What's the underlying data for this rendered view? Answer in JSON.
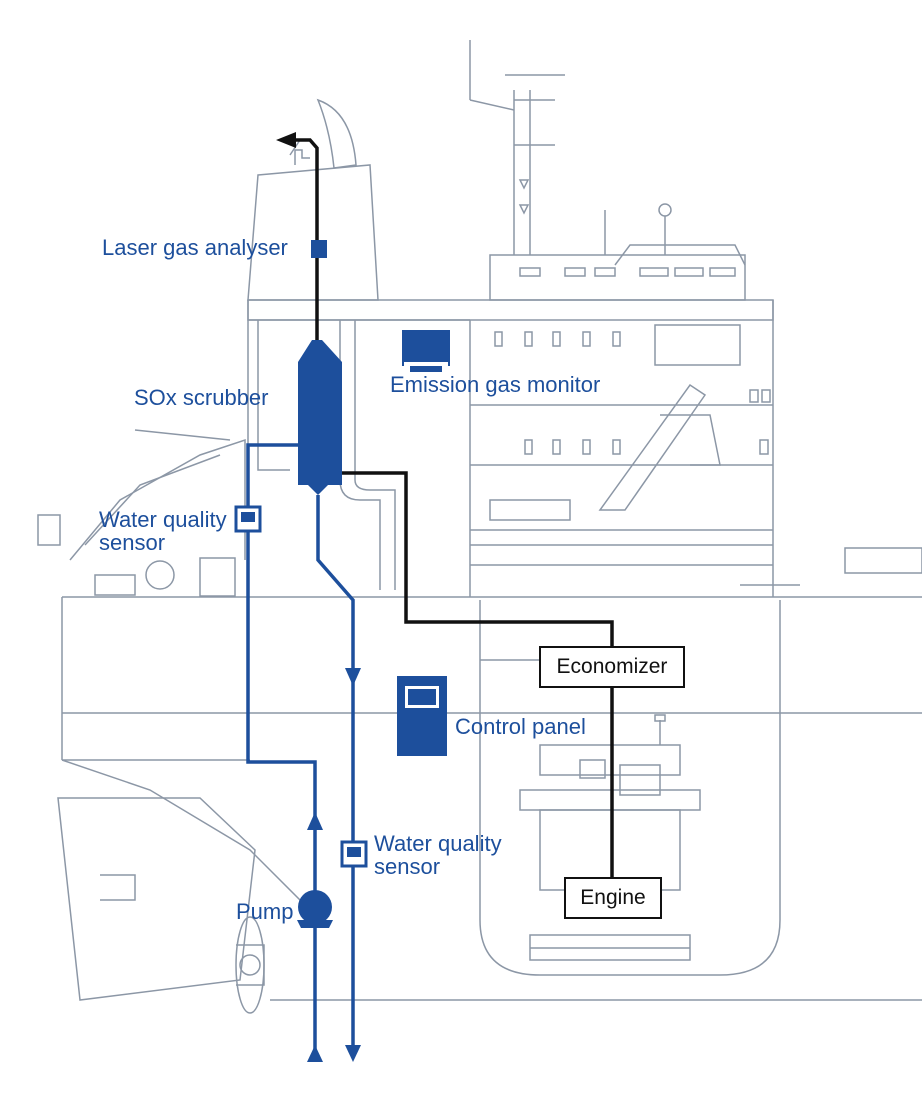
{
  "colors": {
    "accent": "#1d4f9c",
    "outline": "#8c97a6",
    "exhaust": "#111111",
    "background": "#ffffff"
  },
  "labels": {
    "laser_gas_analyser": "Laser gas analyser",
    "sox_scrubber": "SOx scrubber",
    "emission_gas_monitor": "Emission gas monitor",
    "water_quality_sensor_left": "Water quality\nsensor",
    "water_quality_sensor_right": "Water quality\nsensor",
    "control_panel": "Control panel",
    "pump": "Pump",
    "economizer": "Economizer",
    "engine": "Engine"
  },
  "icons": {
    "monitor": "monitor-icon",
    "control_panel": "control-panel-icon",
    "pump": "pump-icon",
    "sensor": "sensor-icon",
    "analyser": "analyser-icon",
    "flow_arrow": "arrow-icon"
  }
}
